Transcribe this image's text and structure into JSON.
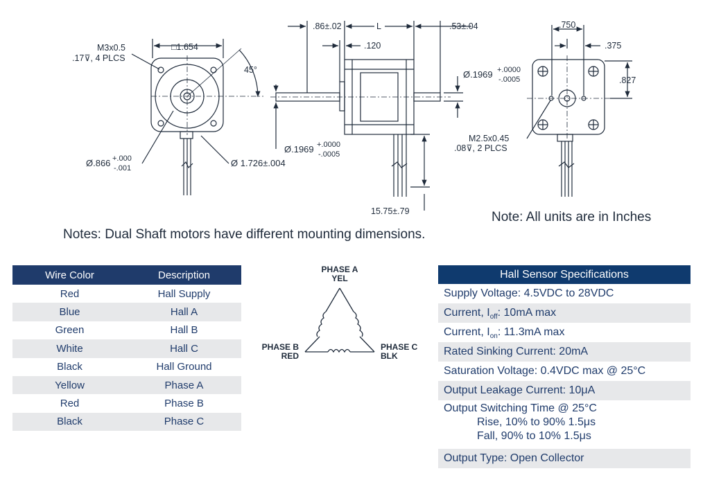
{
  "drawing": {
    "front": {
      "square_dim": "□1.654",
      "thread_line1": "M3x0.5",
      "thread_line2": ".17⊽, 4 PLCS",
      "angle": "45°",
      "pilot_dim_base": "Ø.866",
      "pilot_tol_plus": "+.000",
      "pilot_tol_minus": "-.001",
      "bolt_circle": "Ø 1.726±.004"
    },
    "side": {
      "front_shaft": ".86±.02",
      "length": "L",
      "rear_shaft": ".53±.04",
      "pilot_height": ".120",
      "shaft_dia_base_right": "Ø.1969",
      "shaft_tol_plus_right": "+.0000",
      "shaft_tol_minus_right": "-.0005",
      "shaft_dia_base_left": "Ø.1969",
      "shaft_tol_plus_left": "+.0000",
      "shaft_tol_minus_left": "-.0005",
      "lead_length": "15.75±.79"
    },
    "rear": {
      "width_750": ".750",
      "width_375": ".375",
      "height_827": ".827",
      "thread_line1": "M2.5x0.45",
      "thread_line2": ".08⊽, 2 PLCS"
    }
  },
  "notes": {
    "dual_shaft": "Notes: Dual Shaft motors have different mounting dimensions.",
    "units": "Note: All units are in Inches"
  },
  "wire_table": {
    "headers": [
      "Wire Color",
      "Description"
    ],
    "rows": [
      [
        "Red",
        "Hall Supply"
      ],
      [
        "Blue",
        "Hall A"
      ],
      [
        "Green",
        "Hall B"
      ],
      [
        "White",
        "Hall C"
      ],
      [
        "Black",
        "Hall Ground"
      ],
      [
        "Yellow",
        "Phase A"
      ],
      [
        "Red",
        "Phase B"
      ],
      [
        "Black",
        "Phase C"
      ]
    ]
  },
  "phase_diagram": {
    "a_line1": "PHASE A",
    "a_line2": "YEL",
    "b_line1": "PHASE B",
    "b_line2": "RED",
    "c_line1": "PHASE C",
    "c_line2": "BLK"
  },
  "hall_specs": {
    "title": "Hall Sensor Specifications",
    "supply": "Supply Voltage: 4.5VDC to 28VDC",
    "ioff_pre": "Current, I",
    "ioff_sub": "off",
    "ioff_post": ": 10mA max",
    "ion_pre": "Current, I",
    "ion_sub": "on",
    "ion_post": ": 11.3mA max",
    "sinking": "Rated Sinking Current: 20mA",
    "saturation": "Saturation Voltage: 0.4VDC max @ 25°C",
    "leakage": "Output Leakage Current: 10μA",
    "switching": "Output Switching Time @ 25°C",
    "rise": "Rise, 10% to 90% 1.5μs",
    "fall": "Fall, 90% to 10% 1.5μs",
    "output_type": "Output Type: Open Collector"
  },
  "colors": {
    "header_navy": "#1f3b6b",
    "hall_header": "#0f3a6e",
    "stripe": "#e7e8ea"
  }
}
